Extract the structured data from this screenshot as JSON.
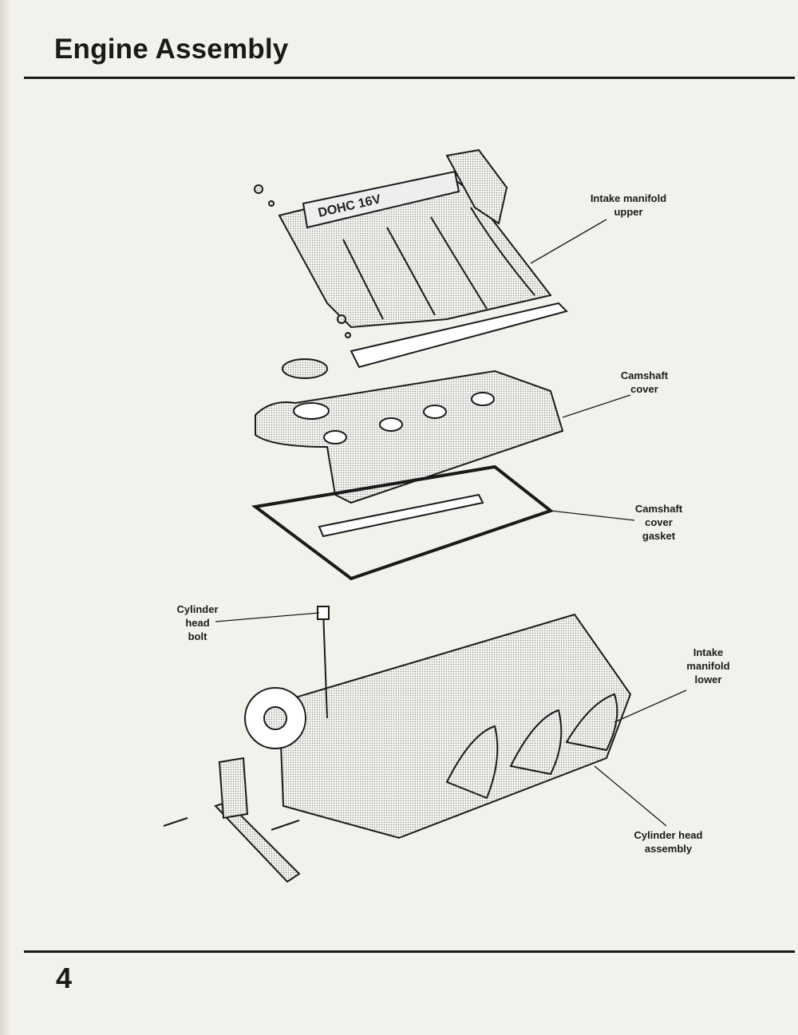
{
  "page": {
    "title": "Engine Assembly",
    "page_number": "4"
  },
  "diagram": {
    "labels": [
      {
        "id": "intake-manifold-upper",
        "text": "Intake manifold\nupper"
      },
      {
        "id": "camshaft-cover",
        "text": "Camshaft\ncover"
      },
      {
        "id": "camshaft-cover-gasket",
        "text": "Camshaft\ncover\ngasket"
      },
      {
        "id": "cylinder-head-bolt",
        "text": "Cylinder\nhead\nbolt"
      },
      {
        "id": "intake-manifold-lower",
        "text": "Intake\nmanifold\nlower"
      },
      {
        "id": "cylinder-head-assembly",
        "text": "Cylinder head\nassembly"
      }
    ],
    "manifold_marking": "DOHC 16V"
  }
}
